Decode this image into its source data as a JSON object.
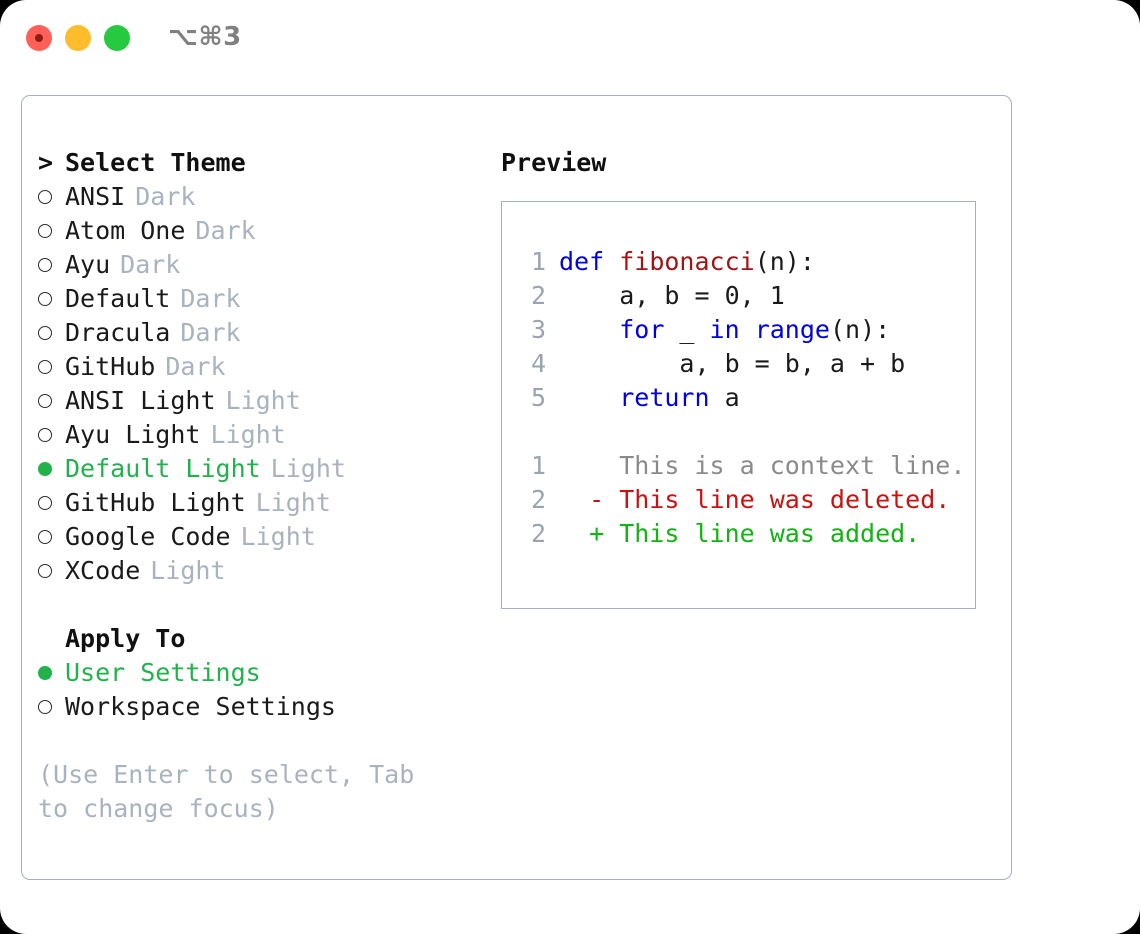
{
  "titlebar": {
    "shortcut": "⌥⌘3",
    "buttons": [
      {
        "name": "close",
        "color": "#ff6159"
      },
      {
        "name": "minimize",
        "color": "#ffbd2e"
      },
      {
        "name": "zoom",
        "color": "#26c940"
      }
    ]
  },
  "theme_picker": {
    "header": "Select Theme",
    "header_marker": ">",
    "items": [
      {
        "label": "ANSI",
        "tag": "Dark",
        "selected": false,
        "marker": "○"
      },
      {
        "label": "Atom One",
        "tag": "Dark",
        "selected": false,
        "marker": "○"
      },
      {
        "label": "Ayu",
        "tag": "Dark",
        "selected": false,
        "marker": "○"
      },
      {
        "label": "Default",
        "tag": "Dark",
        "selected": false,
        "marker": "○"
      },
      {
        "label": "Dracula",
        "tag": "Dark",
        "selected": false,
        "marker": "○"
      },
      {
        "label": "GitHub",
        "tag": "Dark",
        "selected": false,
        "marker": "○"
      },
      {
        "label": "ANSI Light",
        "tag": "Light",
        "selected": false,
        "marker": "○"
      },
      {
        "label": "Ayu Light",
        "tag": "Light",
        "selected": false,
        "marker": "○"
      },
      {
        "label": "Default Light",
        "tag": "Light",
        "selected": true,
        "marker": "●"
      },
      {
        "label": "GitHub Light",
        "tag": "Light",
        "selected": false,
        "marker": "○"
      },
      {
        "label": "Google Code",
        "tag": "Light",
        "selected": false,
        "marker": "○"
      },
      {
        "label": "XCode",
        "tag": "Light",
        "selected": false,
        "marker": "○"
      }
    ]
  },
  "apply_to": {
    "header": "Apply To",
    "items": [
      {
        "label": "User Settings",
        "selected": true,
        "marker": "●"
      },
      {
        "label": "Workspace Settings",
        "selected": false,
        "marker": "○"
      }
    ]
  },
  "hint": "(Use Enter to select, Tab to change focus)",
  "preview": {
    "title": "Preview",
    "code_lines": [
      {
        "no": "1",
        "tokens": [
          {
            "t": "def",
            "c": "kw"
          },
          {
            "t": " ",
            "c": "plain"
          },
          {
            "t": "fibonacci",
            "c": "fn"
          },
          {
            "t": "(n):",
            "c": "plain"
          }
        ]
      },
      {
        "no": "2",
        "tokens": [
          {
            "t": "    a, b = 0, 1",
            "c": "plain"
          }
        ]
      },
      {
        "no": "3",
        "tokens": [
          {
            "t": "    ",
            "c": "plain"
          },
          {
            "t": "for",
            "c": "kw"
          },
          {
            "t": " _ ",
            "c": "plain"
          },
          {
            "t": "in",
            "c": "kw"
          },
          {
            "t": " ",
            "c": "plain"
          },
          {
            "t": "range",
            "c": "kw"
          },
          {
            "t": "(n):",
            "c": "plain"
          }
        ]
      },
      {
        "no": "4",
        "tokens": [
          {
            "t": "        a, b = b, a + b",
            "c": "plain"
          }
        ]
      },
      {
        "no": "5",
        "tokens": [
          {
            "t": "    ",
            "c": "plain"
          },
          {
            "t": "return",
            "c": "kw"
          },
          {
            "t": " a",
            "c": "plain"
          }
        ]
      }
    ],
    "diff_lines": [
      {
        "no": "1",
        "marker": " ",
        "text": " This is a context line.",
        "kind": "ctx"
      },
      {
        "no": "2",
        "marker": "-",
        "text": " This line was deleted.",
        "kind": "del"
      },
      {
        "no": "2",
        "marker": "+",
        "text": " This line was added.",
        "kind": "add"
      }
    ]
  },
  "colors": {
    "selected_green": "#22b24c",
    "muted_gray": "#a9b2bf",
    "border": "#a6b0bd",
    "keyword_blue": "#0000e0",
    "function_red": "#a31515",
    "diff_add": "#11b411",
    "diff_del": "#cc1111"
  }
}
